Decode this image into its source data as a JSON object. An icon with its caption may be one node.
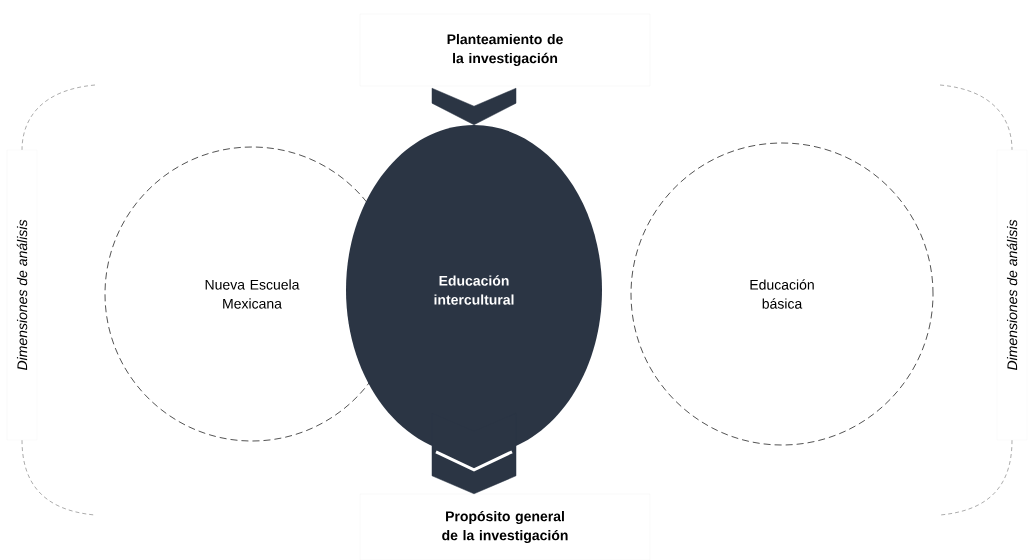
{
  "diagram": {
    "nodes": [
      {
        "text": [
          "Planteamiento de la investigación"
        ]
      },
      {
        "text": [
          "Nueva Escuela Mexicana"
        ]
      },
      {
        "text": [
          "Educación intercultural"
        ]
      },
      {
        "text": [
          "Educación básica"
        ]
      },
      {
        "text": [
          "Propósito general de la investigación"
        ]
      }
    ],
    "edges": [
      {
        "from": 0,
        "to": 2,
        "arrow": "to"
      },
      {
        "from": 2,
        "to": 4,
        "arrow": "to"
      }
    ],
    "labels": [
      "Dimensiones de análisis",
      "Dimensiones de análisis"
    ]
  }
}
